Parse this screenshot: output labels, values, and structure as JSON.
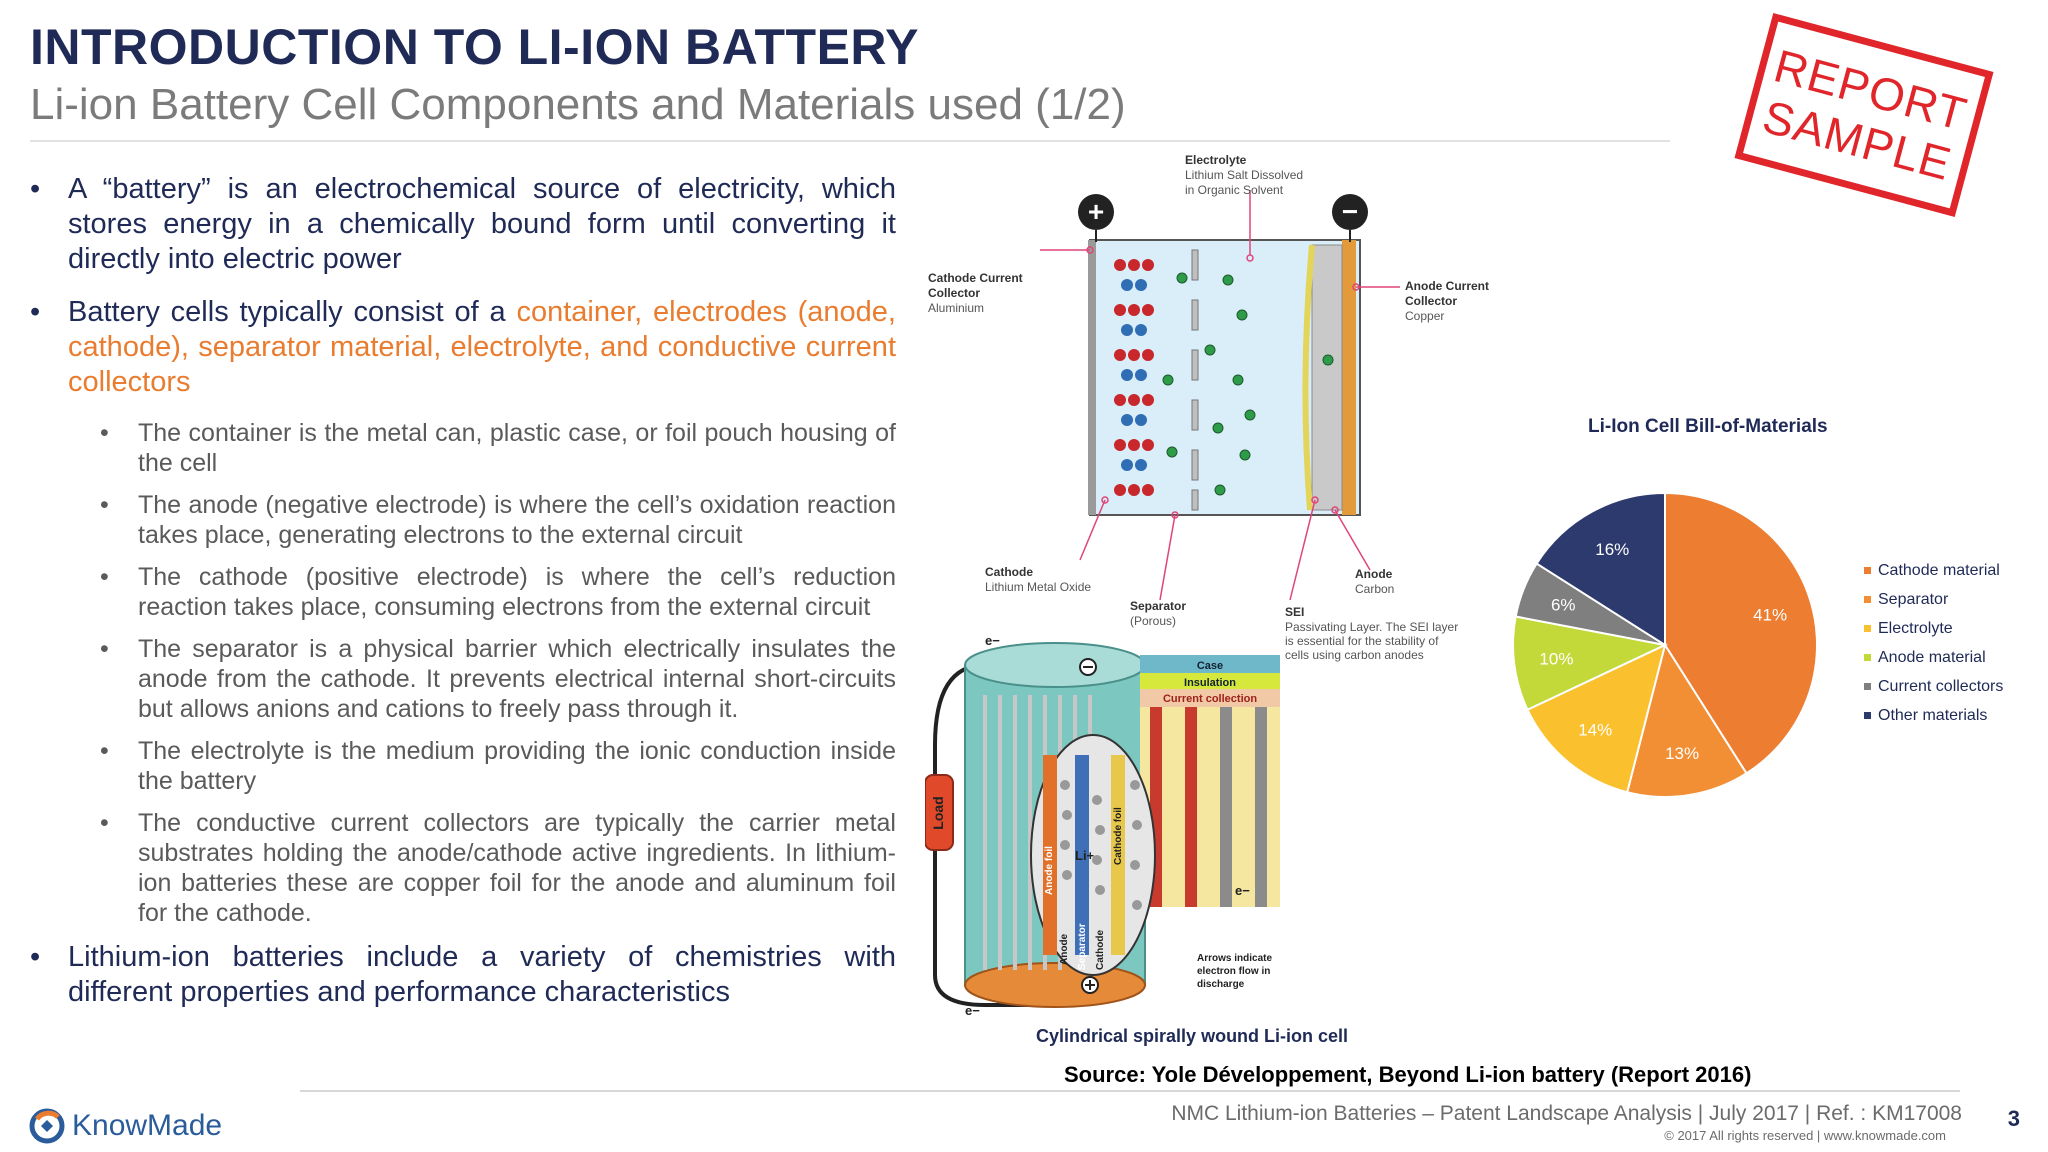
{
  "header": {
    "title": "INTRODUCTION TO LI-ION BATTERY",
    "subtitle": "Li-ion Battery Cell Components and Materials used (1/2)"
  },
  "stamp": {
    "line1": "REPORT",
    "line2": "SAMPLE",
    "color": "#e0262b"
  },
  "bullets": {
    "b1": "A “battery” is an electrochemical source of electricity, which stores energy in a chemically bound form until converting it directly into electric power",
    "b2_prefix": "Battery cells typically consist of a ",
    "b2_highlight": "container, electrodes (anode, cathode), separator material, electrolyte, and conductive current collectors",
    "sub": [
      "The container is the metal can, plastic case, or foil pouch housing of the cell",
      "The anode (negative electrode) is where the cell’s oxidation reaction takes place, generating electrons to the external circuit",
      "The cathode (positive electrode) is where the cell’s reduction reaction takes place, consuming electrons from the external circuit",
      "The separator is a physical barrier which electrically insulates the anode from the cathode. It prevents electrical internal short-circuits but allows anions and cations to freely pass through it.",
      "The electrolyte is the medium providing the ionic conduction inside the battery",
      "The conductive current collectors are typically the carrier metal substrates holding the anode/cathode active ingredients. In lithium-ion batteries these are copper foil for the anode and aluminum foil for the cathode."
    ],
    "b3": "Lithium-ion batteries include a variety of chemistries with different properties and performance characteristics"
  },
  "diagram": {
    "electrolyte_title": "Electrolyte",
    "electrolyte_line1": "Lithium Salt Dissolved",
    "electrolyte_line2": "in Organic Solvent",
    "cathode_cc_title1": "Cathode Current",
    "cathode_cc_title2": "Collector",
    "cathode_cc_material": "Aluminium",
    "anode_cc_title1": "Anode Current",
    "anode_cc_title2": "Collector",
    "anode_cc_material": "Copper",
    "cathode_title": "Cathode",
    "cathode_material": "Lithium Metal Oxide",
    "separator_title": "Separator",
    "separator_note": "(Porous)",
    "anode_title": "Anode",
    "anode_material": "Carbon",
    "sei_title": "SEI",
    "sei_line1": "Passivating Layer. The SEI layer",
    "sei_line2": "is essential for the stability of",
    "sei_line3": "cells using carbon anodes",
    "plus": "+",
    "minus": "−"
  },
  "cell_diagram": {
    "load": "Load",
    "case": "Case",
    "insulation": "Insulation",
    "current_collection": "Current collection",
    "anode_foil": "Anode foil",
    "cathode_foil": "Cathode foil",
    "anode": "Anode",
    "separator": "Separator",
    "cathode": "Cathode",
    "li_ion": "Li+",
    "electron": "e−",
    "arrows_note1": "Arrows indicate",
    "arrows_note2": "electron flow in",
    "arrows_note3": "discharge",
    "caption": "Cylindrical spirally wound Li-ion cell"
  },
  "chart_data": {
    "type": "pie",
    "title": "Li-Ion Cell Bill-of-Materials",
    "categories": [
      "Cathode material",
      "Separator",
      "Electrolyte",
      "Anode material",
      "Current collectors",
      "Other materials"
    ],
    "values": [
      41,
      13,
      14,
      10,
      6,
      16
    ],
    "labels": [
      "41%",
      "13%",
      "14%",
      "10%",
      "6%",
      "16%"
    ],
    "colors": [
      "#ed7d31",
      "#f28f34",
      "#fbc02d",
      "#c3d93a",
      "#7f7f7f",
      "#2d3a6e"
    ],
    "legend_position": "right",
    "start_angle_deg": 0,
    "direction": "clockwise"
  },
  "source": "Source: Yole Développement, Beyond Li-ion battery (Report 2016)",
  "footer": {
    "logo": "KnowMade",
    "text": "NMC Lithium-ion Batteries – Patent Landscape Analysis | July 2017 | Ref. : KM17008",
    "copyright": "© 2017  All rights reserved | www.knowmade.com",
    "page": "3"
  }
}
